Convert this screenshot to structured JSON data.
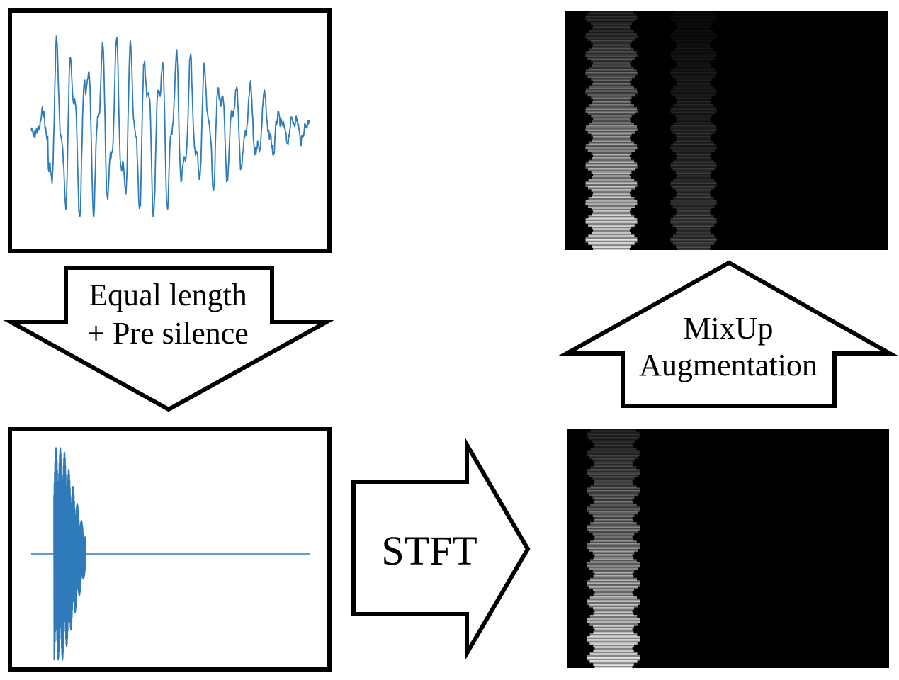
{
  "arrows": {
    "down": {
      "line1": "Equal length",
      "line2": "+ Pre silence"
    },
    "right": {
      "label": "STFT"
    },
    "up": {
      "line1": "MixUp",
      "line2": "Augmentation"
    }
  },
  "colors": {
    "waveform": "#2f7bb9",
    "outline": "#000000",
    "spectrogram_bg": "#000000"
  }
}
